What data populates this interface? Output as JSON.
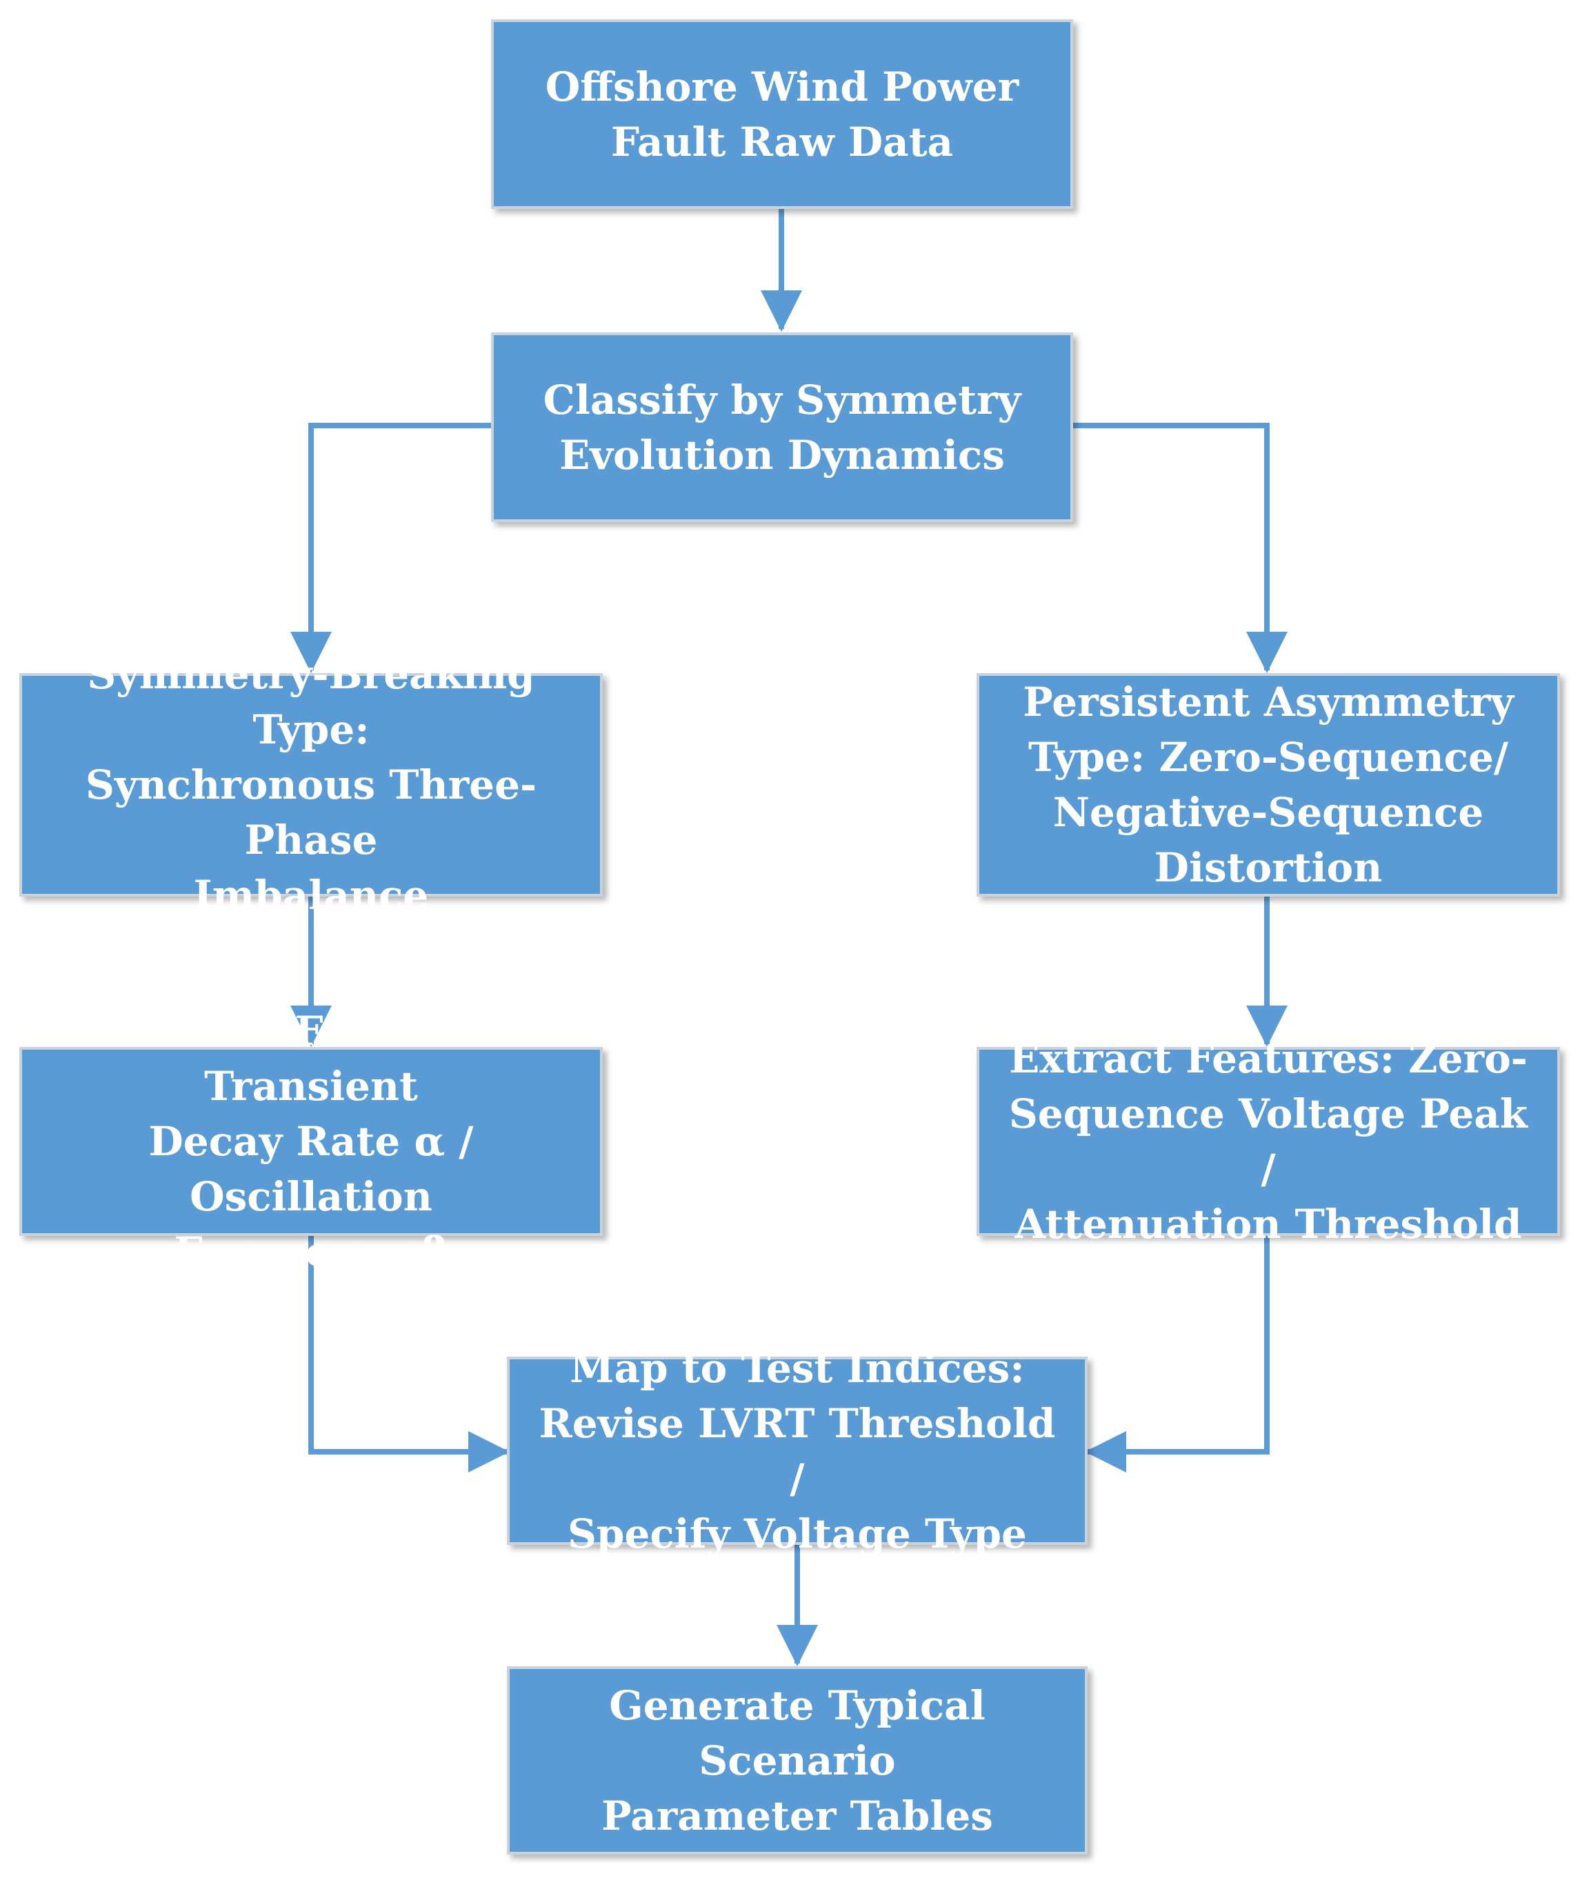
{
  "diagram": {
    "nodes": {
      "raw_data": "Offshore Wind Power\nFault Raw Data",
      "classify": "Classify by Symmetry\nEvolution Dynamics",
      "symmetry_breaking": "Symmetry-Breaking Type:\nSynchronous Three-Phase\nImbalance",
      "persistent_asymmetry": "Persistent Asymmetry\nType: Zero-Sequence/\nNegative-Sequence\nDistortion",
      "features_left": "Extract Features: Transient\nDecay Rate α / Oscillation\nFrequency β",
      "features_right": "Extract Features: Zero-\nSequence Voltage Peak /\nAttenuation Threshold",
      "map_indices": "Map to Test Indices:\nRevise LVRT Threshold /\nSpecify Voltage Type",
      "generate_tables": "Generate Typical Scenario\nParameter Tables"
    },
    "colors": {
      "box_fill": "#5b9bd5",
      "box_border": "#c9d3dd",
      "connector": "#5b9bd5",
      "text": "#ffffff"
    }
  }
}
